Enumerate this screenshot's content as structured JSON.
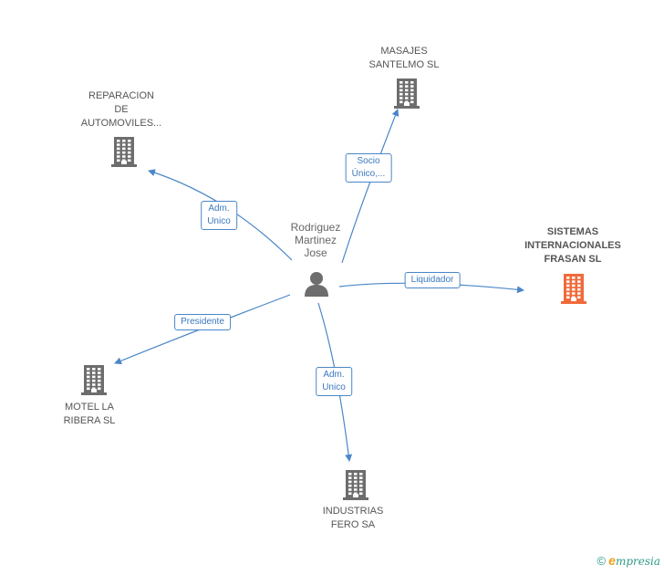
{
  "diagram": {
    "center": {
      "label_lines": [
        "Rodriguez",
        "Martinez",
        "Jose"
      ],
      "icon": "person-icon"
    },
    "companies": [
      {
        "id": "masajes",
        "label_lines": [
          "MASAJES",
          "SANTELMO SL"
        ],
        "icon": "building-icon",
        "color": "#6d6d6d",
        "highlight": false
      },
      {
        "id": "reparacion",
        "label_lines": [
          "REPARACION",
          "DE",
          "AUTOMOVILES..."
        ],
        "icon": "building-icon",
        "color": "#6d6d6d",
        "highlight": false
      },
      {
        "id": "sistemas",
        "label_lines": [
          "SISTEMAS",
          "INTERNACIONALES",
          "FRASAN  SL"
        ],
        "icon": "building-icon",
        "color": "#f06a3a",
        "highlight": true
      },
      {
        "id": "motel",
        "label_lines": [
          "MOTEL LA",
          "RIBERA SL"
        ],
        "icon": "building-icon",
        "color": "#6d6d6d",
        "highlight": false
      },
      {
        "id": "industrias",
        "label_lines": [
          "INDUSTRIAS",
          "FERO SA"
        ],
        "icon": "building-icon",
        "color": "#6d6d6d",
        "highlight": false
      }
    ],
    "edges": [
      {
        "to": "masajes",
        "label_lines": [
          "Socio",
          "Único,..."
        ]
      },
      {
        "to": "reparacion",
        "label_lines": [
          "Adm.",
          "Unico"
        ]
      },
      {
        "to": "sistemas",
        "label_lines": [
          "Liquidador"
        ]
      },
      {
        "to": "motel",
        "label_lines": [
          "Presidente"
        ]
      },
      {
        "to": "industrias",
        "label_lines": [
          "Adm.",
          "Unico"
        ]
      }
    ],
    "edge_color": "#4a86c8"
  },
  "footer": {
    "copyright": "©",
    "brand_initial": "e",
    "brand_rest": "mpresia"
  }
}
